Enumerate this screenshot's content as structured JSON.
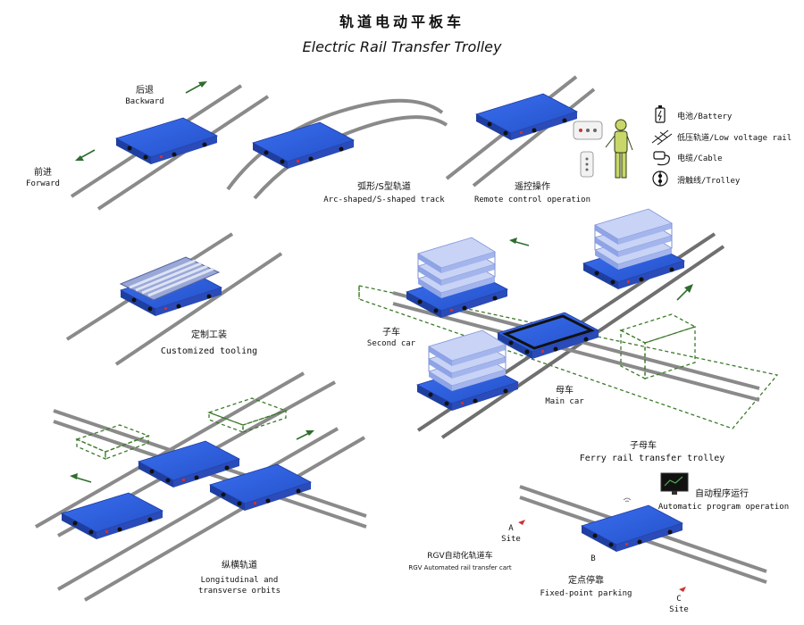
{
  "title": {
    "cn": "轨道电动平板车",
    "en": "Electric Rail Transfer Trolley"
  },
  "panels": {
    "backward": {
      "cn": "后退",
      "en": "Backward"
    },
    "forward": {
      "cn": "前进",
      "en": "Forward"
    },
    "arc": {
      "cn": "弧形/S型轨道",
      "en": "Arc-shaped/S-shaped track"
    },
    "remote": {
      "cn": "遥控操作",
      "en": "Remote control operation"
    },
    "customized": {
      "cn": "定制工装",
      "en": "Customized tooling"
    },
    "second_car": {
      "cn": "子车",
      "en": "Second car"
    },
    "main_car": {
      "cn": "母车",
      "en": "Main car"
    },
    "ferry": {
      "cn": "子母车",
      "en": "Ferry rail transfer trolley"
    },
    "longitudinal": {
      "cn": "纵横轨道",
      "en_line1": "Longitudinal and",
      "en_line2": "transverse orbits"
    },
    "rgv": {
      "cn": "RGV自动化轨道车",
      "en": "RGV Automated rail transfer cart"
    },
    "fixed_point": {
      "cn": "定点停靠",
      "en": "Fixed-point parking"
    },
    "auto_program": {
      "cn": "自动程序运行",
      "en": "Automatic program operation"
    },
    "site_a": {
      "letter": "A",
      "label": "Site"
    },
    "site_b": {
      "letter": "B"
    },
    "site_c": {
      "letter": "C",
      "label": "Site"
    }
  },
  "power_legend": [
    {
      "icon": "battery-icon",
      "label": "电池/Battery"
    },
    {
      "icon": "rail-icon",
      "label": "低压轨道/Low voltage rail"
    },
    {
      "icon": "cable-icon",
      "label": "电缆/Cable"
    },
    {
      "icon": "trolley-icon",
      "label": "滑触线/Trolley"
    }
  ],
  "colors": {
    "trolley_top": "#2f5fd8",
    "trolley_side": "#1f3fa0",
    "rail": "#8a8a8a",
    "dashed_green": "#3d7a2a",
    "arrow_green": "#2f6d2f",
    "rack_blue": "#a9b9f0"
  }
}
